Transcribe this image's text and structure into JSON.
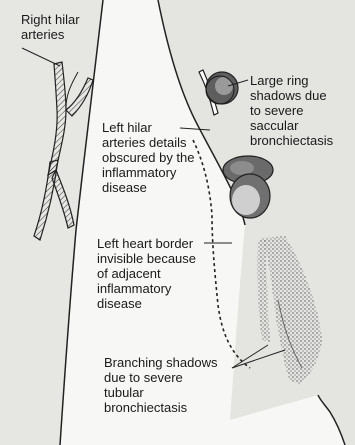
{
  "labels": {
    "right_hilar": "Right hilar\narteries",
    "left_hilar": "Left hilar\narteries details\nobscured by the\ninflammatory\ndisease",
    "ring_shadows": "Large ring\nshadows due\nto severe\nsaccular\nbronchiectasis",
    "heart_border": "Left heart border\ninvisible because\nof adjacent\ninflammatory\ndisease",
    "branching": "Branching shadows\ndue to severe\ntubular\nbronchiectasis"
  },
  "colors": {
    "lung_fill": "#e9e9e6",
    "outline": "#222222",
    "lesion_fill": "#6f6f6f",
    "stipple": "#4a4a4a"
  }
}
